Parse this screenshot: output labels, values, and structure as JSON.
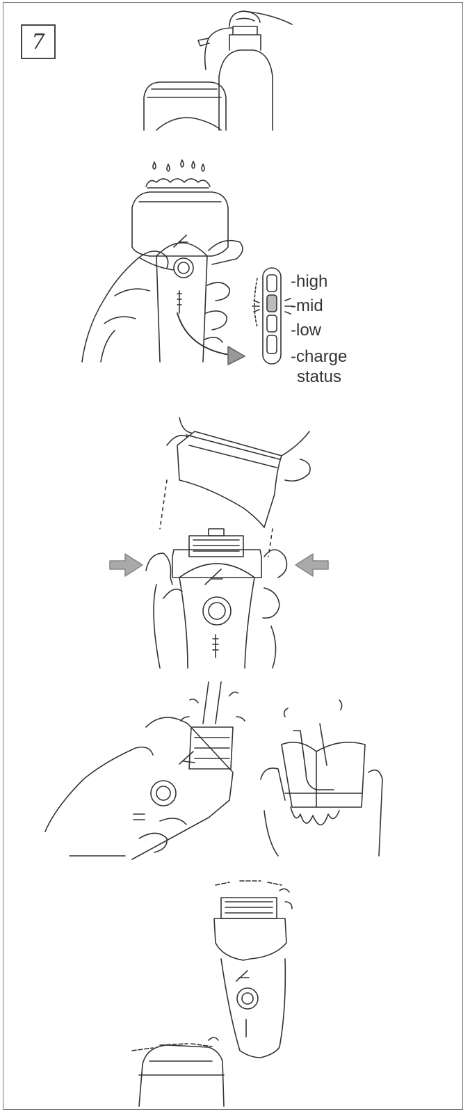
{
  "step": {
    "number": "7"
  },
  "battery_indicator": {
    "levels": [
      "-high",
      "-mid",
      "-low",
      "-charge"
    ],
    "status_line": "status"
  }
}
